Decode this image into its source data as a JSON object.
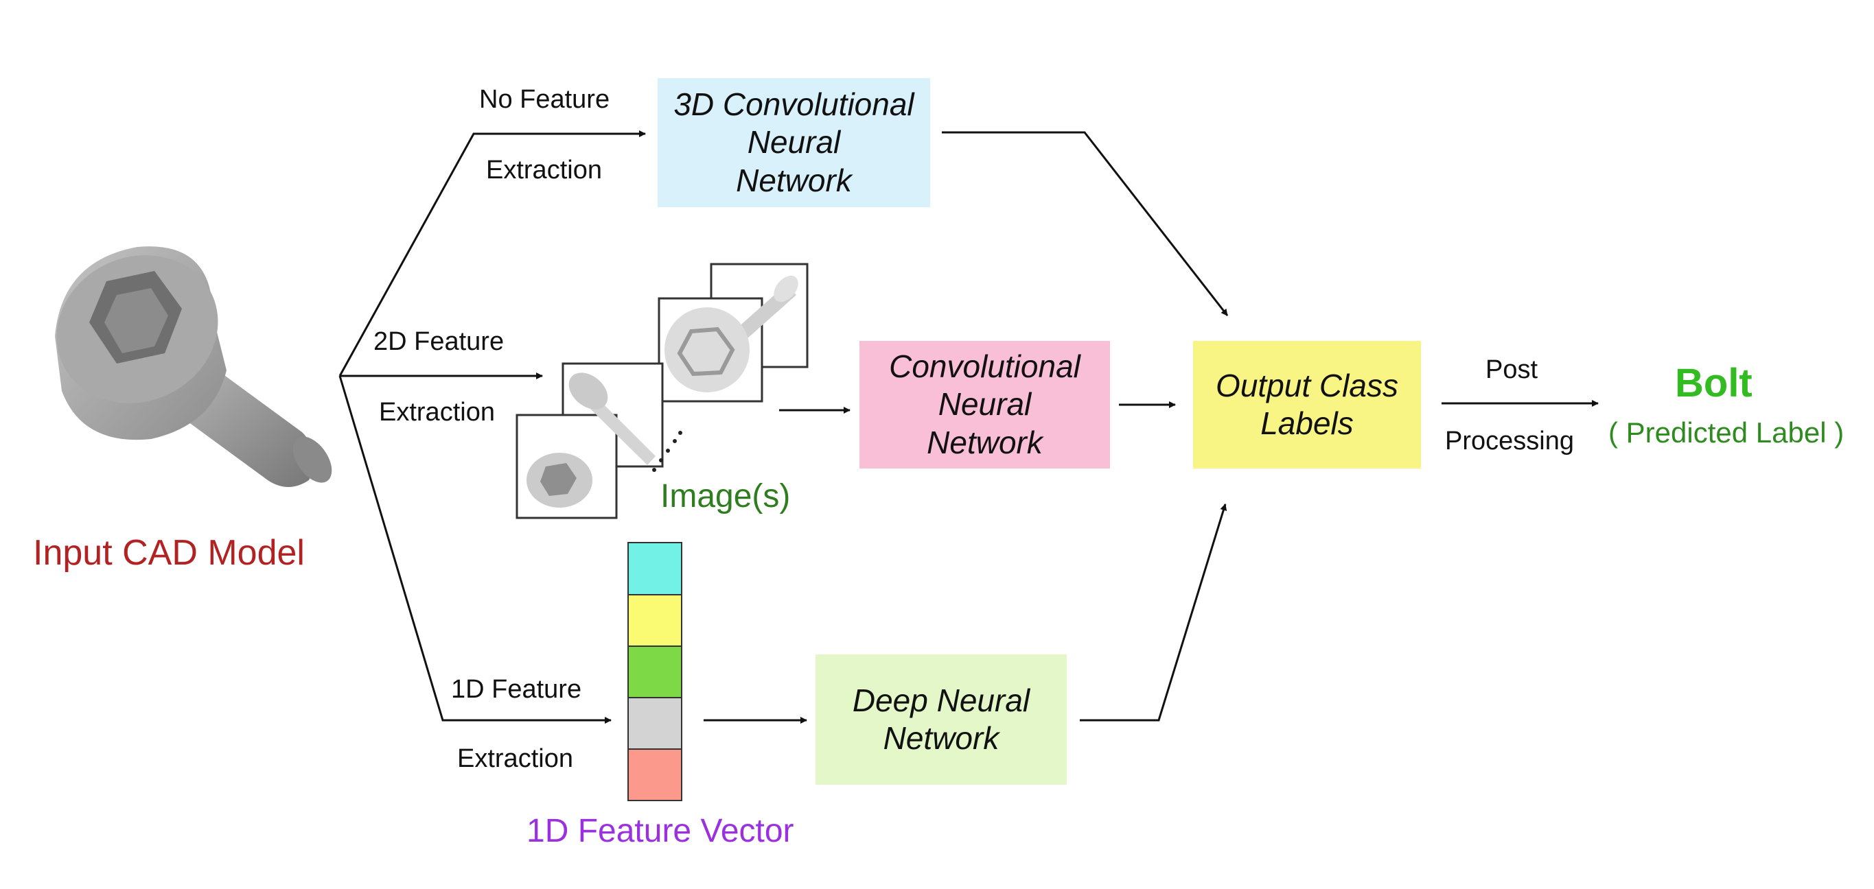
{
  "input": {
    "label": "Input CAD Model"
  },
  "branches": {
    "none": {
      "line1": "No Feature",
      "line2": "Extraction"
    },
    "twoD": {
      "line1": "2D Feature",
      "line2": "Extraction"
    },
    "oneD": {
      "line1": "1D Feature",
      "line2": "Extraction"
    }
  },
  "boxes": {
    "cnn3d": {
      "lines": [
        "3D Convolutional",
        "Neural",
        "Network"
      ],
      "color": "#d9f1fa"
    },
    "cnn": {
      "lines": [
        "Convolutional",
        "Neural",
        "Network"
      ],
      "color": "#f9bfd6"
    },
    "dnn": {
      "lines": [
        "Deep Neural",
        "Network"
      ],
      "color": "#e3f7c8"
    },
    "output": {
      "lines": [
        "Output Class",
        "Labels"
      ],
      "color": "#f8f584"
    }
  },
  "images_label": "Image(s)",
  "feature_vector": {
    "label": "1D Feature Vector",
    "cells": [
      "#72f1e6",
      "#fafa73",
      "#7ed946",
      "#d3d3d3",
      "#fb9a8c"
    ]
  },
  "post": {
    "line1": "Post",
    "line2": "Processing"
  },
  "result": {
    "prediction": "Bolt",
    "caption": "( Predicted Label )"
  },
  "colors": {
    "input_label": "#b22222",
    "images_label": "#2e7d1f",
    "vector_label": "#9b30e0",
    "prediction": "#33bb22",
    "caption": "#2e8b1f"
  }
}
